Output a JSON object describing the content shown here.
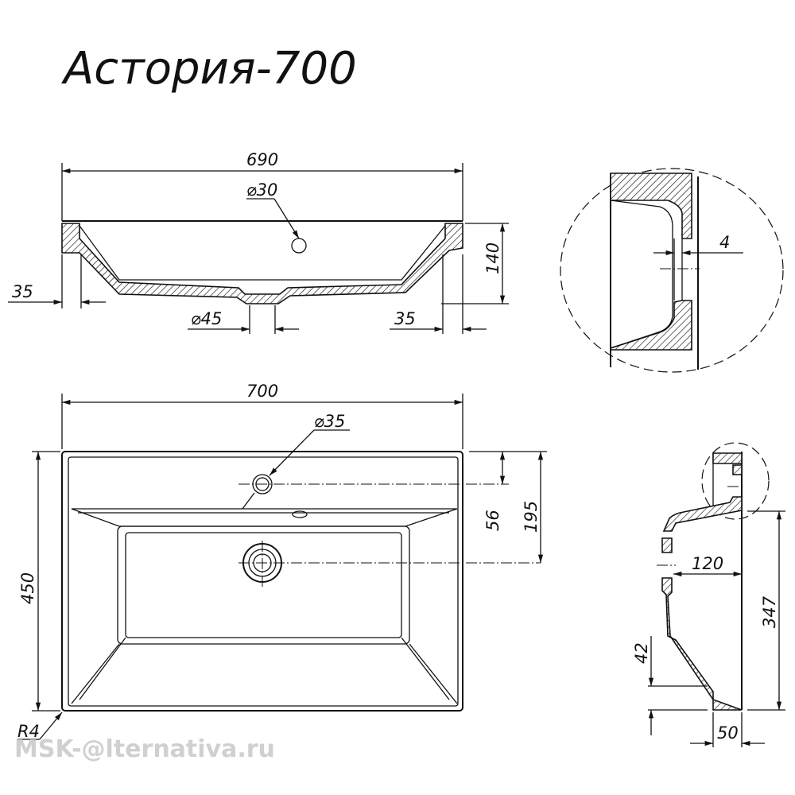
{
  "title": "Астория-700",
  "section_view": {
    "width": "690",
    "hole_diameter": "⌀30",
    "height": "140",
    "rim_left": "35",
    "drain_diameter": "⌀45",
    "rim_right": "35"
  },
  "detail_view": {
    "thickness": "4"
  },
  "plan_view": {
    "width": "700",
    "faucet_hole": "⌀35",
    "faucet_offset": "56",
    "drain_offset": "195",
    "depth": "450",
    "corner_radius": "R4"
  },
  "side_section": {
    "drain_depth": "120",
    "total_depth": "347",
    "front_height": "42",
    "rim_width": "50"
  },
  "watermark": "MSK-@lternativa.ru",
  "colors": {
    "line": "#111111",
    "watermark": "#c8c8c8"
  }
}
